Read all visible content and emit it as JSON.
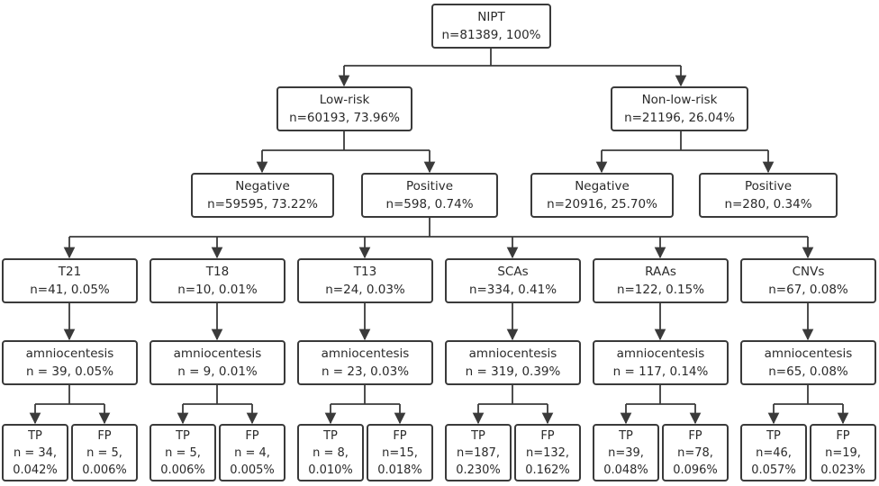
{
  "nodes": {
    "root": {
      "title": "NIPT",
      "stat": "n=81389, 100%"
    },
    "low": {
      "title": "Low-risk",
      "stat": "n=60193, 73.96%"
    },
    "nonlow": {
      "title": "Non-low-risk",
      "stat": "n=21196, 26.04%"
    },
    "lowneg": {
      "title": "Negative",
      "stat": "n=59595, 73.22%"
    },
    "lowpos": {
      "title": "Positive",
      "stat": "n=598, 0.74%"
    },
    "nlneg": {
      "title": "Negative",
      "stat": "n=20916, 25.70%"
    },
    "nlpos": {
      "title": "Positive",
      "stat": "n=280, 0.34%"
    }
  },
  "groups": [
    {
      "title": "T21",
      "stat": "n=41, 0.05%",
      "amnio": "n = 39, 0.05%",
      "tp": [
        "TP",
        "n = 34,",
        "0.042%"
      ],
      "fp": [
        "FP",
        "n = 5,",
        "0.006%"
      ]
    },
    {
      "title": "T18",
      "stat": "n=10, 0.01%",
      "amnio": "n = 9, 0.01%",
      "tp": [
        "TP",
        "n = 5,",
        "0.006%"
      ],
      "fp": [
        "FP",
        "n = 4,",
        "0.005%"
      ]
    },
    {
      "title": "T13",
      "stat": "n=24, 0.03%",
      "amnio": "n = 23, 0.03%",
      "tp": [
        "TP",
        "n = 8,",
        "0.010%"
      ],
      "fp": [
        "FP",
        "n=15,",
        "0.018%"
      ]
    },
    {
      "title": "SCAs",
      "stat": "n=334, 0.41%",
      "amnio": "n = 319, 0.39%",
      "tp": [
        "TP",
        "n=187,",
        "0.230%"
      ],
      "fp": [
        "FP",
        "n=132,",
        "0.162%"
      ]
    },
    {
      "title": "RAAs",
      "stat": "n=122, 0.15%",
      "amnio": "n = 117, 0.14%",
      "tp": [
        "TP",
        "n=39,",
        "0.048%"
      ],
      "fp": [
        "FP",
        "n=78,",
        "0.096%"
      ]
    },
    {
      "title": "CNVs",
      "stat": "n=67, 0.08%",
      "amnio": "n=65, 0.08%",
      "tp": [
        "TP",
        "n=46,",
        "0.057%"
      ],
      "fp": [
        "FP",
        "n=19,",
        "0.023%"
      ]
    }
  ],
  "amnio_label": "amniocentesis"
}
